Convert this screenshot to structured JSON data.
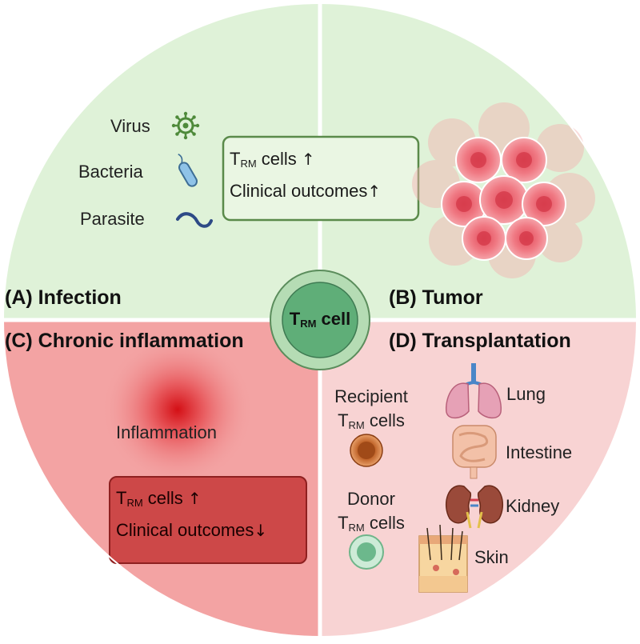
{
  "center": {
    "main": "T",
    "sub": "RM",
    "suffix": " cell"
  },
  "quadrants": {
    "infection": {
      "title": "(A) Infection",
      "pathogens": [
        "Virus",
        "Bacteria",
        "Parasite"
      ],
      "box": {
        "line1_main": "T",
        "line1_sub": "RM",
        "line1_rest": " cells",
        "line1_arrow": "↑",
        "line2": "Clinical outcomes",
        "line2_arrow": "↑"
      }
    },
    "tumor": {
      "title": "(B) Tumor"
    },
    "chronic_inflammation": {
      "title": "(C) Chronic inflammation",
      "label": "Inflammation",
      "box": {
        "line1_main": "T",
        "line1_sub": "RM",
        "line1_rest": " cells",
        "line1_arrow": "↑",
        "line2": "Clinical outcomes",
        "line2_arrow": "↓"
      }
    },
    "transplantation": {
      "title": "(D) Transplantation",
      "recipient": {
        "line1": "Recipient",
        "main": "T",
        "sub": "RM",
        "rest": " cells"
      },
      "donor": {
        "line1": "Donor",
        "main": "T",
        "sub": "RM",
        "rest": " cells"
      },
      "organs": [
        "Lung",
        "Intestine",
        "Kidney",
        "Skin"
      ]
    }
  },
  "colors": {
    "green_bg": "#dff2d8",
    "red_bg": "#f3a3a3",
    "pink_bg": "#f8d3d3",
    "box_green_border": "#5a8a4a",
    "box_red_fill": "#d04a4a",
    "center_outer": "#b5dcb4",
    "center_inner": "#5fae78"
  }
}
